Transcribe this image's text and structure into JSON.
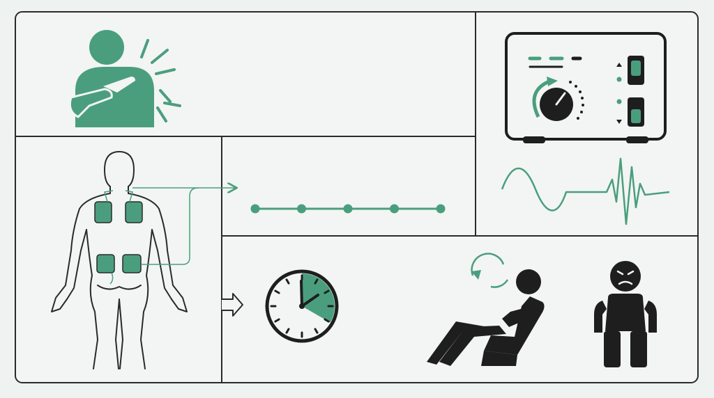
{
  "colors": {
    "background": "#eef2f0",
    "panel": "#f2f5f3",
    "line": "#2a2a2a",
    "accent": "#4a9e7e",
    "dark": "#1e1e1e"
  },
  "icons": {
    "pain_person": "person-holding-shoulder-pain-icon",
    "body_outline": "human-back-with-electrode-pads-icon",
    "device": "tens-unit-device-icon",
    "waveform": "electrical-waveform-icon",
    "clock": "session-timer-clock-icon",
    "relaxed": "person-reclining-in-chair-icon",
    "uncomfortable": "sad-seated-person-icon"
  },
  "timeline": {
    "points": 5
  },
  "clock": {
    "highlight_minutes": 20
  },
  "device": {
    "switch_states": [
      "on",
      "off"
    ]
  }
}
